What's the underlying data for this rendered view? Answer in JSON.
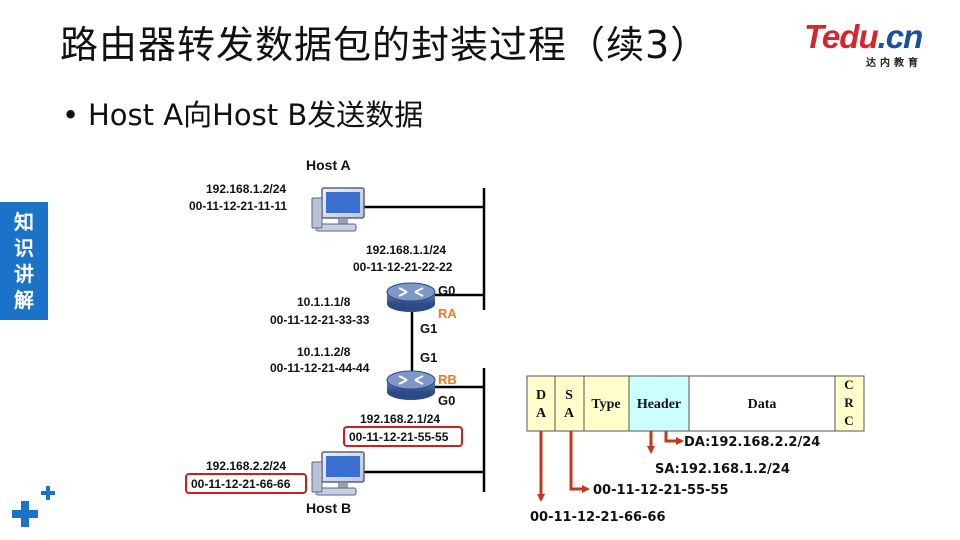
{
  "title": "路由器转发数据包的封装过程（续3）",
  "logo": {
    "brand_main": "Tedu",
    "brand_dot": ".",
    "brand_tld": "cn",
    "tagline": "达内教育"
  },
  "bullet": "Host A向Host B发送数据",
  "side_tab": [
    "知",
    "识",
    "讲",
    "解"
  ],
  "colors": {
    "accent_blue": "#1a73c7",
    "logo_red": "#d6262d",
    "logo_blue": "#1a4f9c",
    "router_orange": "#f07a1a",
    "highlight_red": "#cc1e1e",
    "arrow_red": "#c03a1a",
    "frame_yellow": "#ffffcc",
    "frame_cyan": "#ccffff"
  },
  "diagram": {
    "host_a": {
      "name": "Host A",
      "ip": "192.168.1.2/24",
      "mac": "00-11-12-21-11-11"
    },
    "ra_g0": {
      "ip": "192.168.1.1/24",
      "mac": "00-11-12-21-22-22",
      "port": "G0"
    },
    "ra": {
      "name": "RA",
      "g1_port": "G1",
      "g1_ip": "10.1.1.1/8",
      "g1_mac": "00-11-12-21-33-33"
    },
    "rb": {
      "name": "RB",
      "g1_port": "G1",
      "g1_ip": "10.1.1.2/8",
      "g1_mac": "00-11-12-21-44-44",
      "g0_port": "G0"
    },
    "rb_g0": {
      "ip": "192.168.2.1/24",
      "mac": "00-11-12-21-55-55"
    },
    "host_b": {
      "name": "Host B",
      "ip": "192.168.2.2/24",
      "mac": "00-11-12-21-66-66"
    }
  },
  "frame": {
    "fields": [
      {
        "label_lines": [
          "D",
          "A"
        ],
        "color": "#ffffcc"
      },
      {
        "label_lines": [
          "S",
          "A"
        ],
        "color": "#ffffcc"
      },
      {
        "label_lines": [
          "Type"
        ],
        "color": "#ffffcc"
      },
      {
        "label_lines": [
          "Header"
        ],
        "color": "#ccffff"
      },
      {
        "label_lines": [
          "Data"
        ],
        "color": "#ffffff"
      },
      {
        "label_lines": [
          "C",
          "R",
          "C"
        ],
        "color": "#ffffcc"
      }
    ],
    "dst_mac": "00-11-12-21-66-66",
    "src_mac": "00-11-12-21-55-55",
    "ip_header_da": "DA:192.168.2.2/24",
    "ip_header_sa": "SA:192.168.1.2/24"
  }
}
